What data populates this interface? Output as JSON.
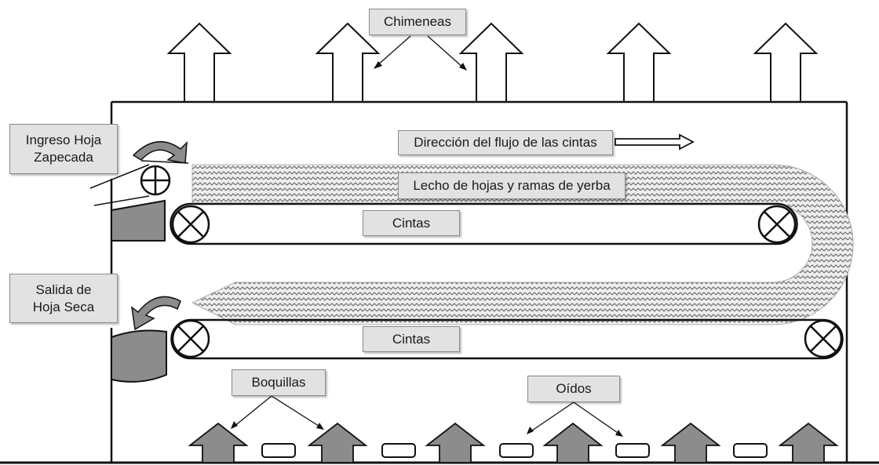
{
  "labels": {
    "chimeneas": "Chimeneas",
    "ingreso": "Ingreso Hoja\nZapecada",
    "direccion": "Dirección del flujo de las cintas",
    "lecho": "Lecho de hojas y ramas de yerba",
    "cintas_top": "Cintas",
    "salida": "Salida de\nHoja Seca",
    "cintas_bottom": "Cintas",
    "boquillas": "Boquillas",
    "oidos": "Oídos"
  },
  "colors": {
    "line": "#111111",
    "gray_fill": "#8c8c8c",
    "label_bg": "#e2e2e2",
    "texture": "#6e6e6e"
  },
  "icons": {
    "chimney": "up-arrow-outline",
    "nozzle": "up-arrow-gray",
    "ear": "rounded-rectangle",
    "roller": "circle-x",
    "feed_roller": "circle-plus",
    "rotation": "curved-arrow"
  }
}
